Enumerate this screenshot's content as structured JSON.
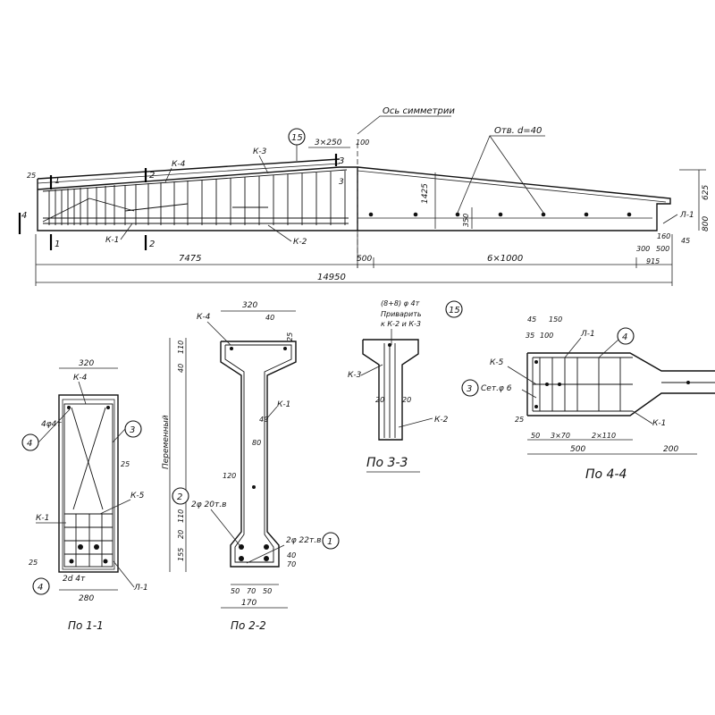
{
  "main_view": {
    "axis_label": "Ось симметрии",
    "hole_label": "Отв. d=40",
    "dim_top_3x250": "3×250",
    "dim_top_100": "100",
    "dim_1425": "1425",
    "dim_350": "350",
    "dim_625": "625",
    "dim_800": "800",
    "dim_25": "25",
    "dim_7475": "7475",
    "dim_500": "500",
    "dim_6x1000": "6×1000",
    "dim_14950": "14950",
    "dim_300": "300",
    "dim_500b": "500",
    "dim_915": "915",
    "dim_160": "160",
    "dim_45": "45",
    "label_k1": "К-1",
    "label_k2": "К-2",
    "label_k3": "К-3",
    "label_k4": "К-4",
    "label_l1": "Л-1",
    "callout_15": "15",
    "sec1": "1",
    "sec2": "2",
    "sec3": "3",
    "sec4": "4"
  },
  "section_1_1": {
    "title": "По 1-1",
    "dim_320": "320",
    "dim_280": "280",
    "dim_25a": "25",
    "dim_25b": "25",
    "label_k4": "К-4",
    "label_k1": "К-1",
    "label_k5": "К-5",
    "label_l1": "Л-1",
    "note_4d4": "4φ4т",
    "note_2d4": "2d 4т",
    "callout_3": "3",
    "callout_4a": "4",
    "callout_4b": "4"
  },
  "section_2_2": {
    "title": "По 2-2",
    "vertical_note": "Переменный",
    "dim_320": "320",
    "dim_40": "40",
    "dim_25": "25",
    "dim_110": "110",
    "dim_40b": "40",
    "dim_40c": "40",
    "dim_80": "80",
    "dim_120": "120",
    "dim_110b": "110",
    "dim_20": "20",
    "dim_155": "155",
    "dim_40d": "40",
    "dim_70": "70",
    "dim_bot_50a": "50",
    "dim_bot_70": "70",
    "dim_bot_50b": "50",
    "dim_170": "170",
    "label_k4": "К-4",
    "label_k1": "К-1",
    "note_2d20": "2φ 20т.в",
    "note_2d22": "2φ 22т.в",
    "callout_2": "2",
    "callout_1": "1"
  },
  "section_3_3": {
    "title": "По 3-3",
    "note_line1": "(8+8) φ 4т",
    "note_line2": "Приварить",
    "note_line3": "к К-2 и К-3",
    "dim_20a": "20",
    "dim_20b": "20",
    "label_k3": "К-3",
    "label_k2": "К-2",
    "callout_15": "15"
  },
  "section_4_4": {
    "title": "По 4-4",
    "dim_45": "45",
    "dim_150": "150",
    "dim_35": "35",
    "dim_100": "100",
    "dim_25": "25",
    "dim_50": "50",
    "dim_3x70": "3×70",
    "dim_2x110": "2×110",
    "dim_500": "500",
    "dim_200": "200",
    "label_l1": "Л-1",
    "label_k5": "К-5",
    "label_k1": "К-1",
    "note_6": "Сет.φ 6",
    "callout_4": "4",
    "callout_3": "3"
  }
}
